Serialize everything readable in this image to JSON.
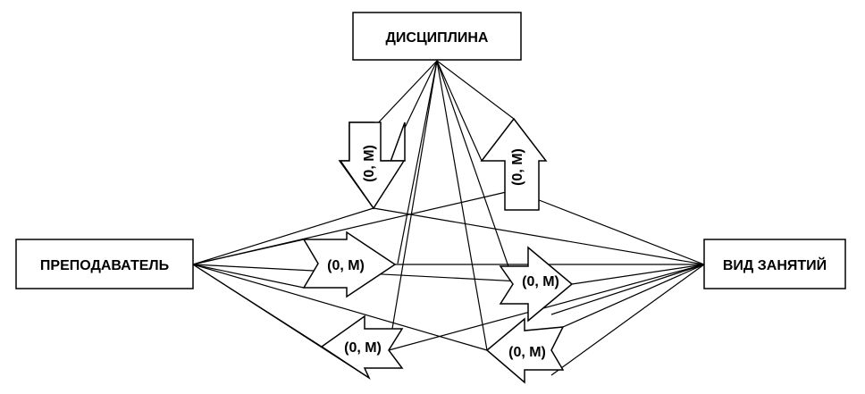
{
  "entities": {
    "discipline": "ДИСЦИПЛИНА",
    "teacher": "ПРЕПОДАВАТЕЛЬ",
    "lesson_type": "ВИД ЗАНЯТИЙ"
  },
  "cardinalities": {
    "discipline_down": "(0, M)",
    "discipline_up": "(0, M)",
    "teacher_to_lesson": "(0, M)",
    "lesson_from_teacher": "(0, M)",
    "teacher_from_lesson": "(0, M)",
    "lesson_from_discipline": "(0, M)"
  }
}
